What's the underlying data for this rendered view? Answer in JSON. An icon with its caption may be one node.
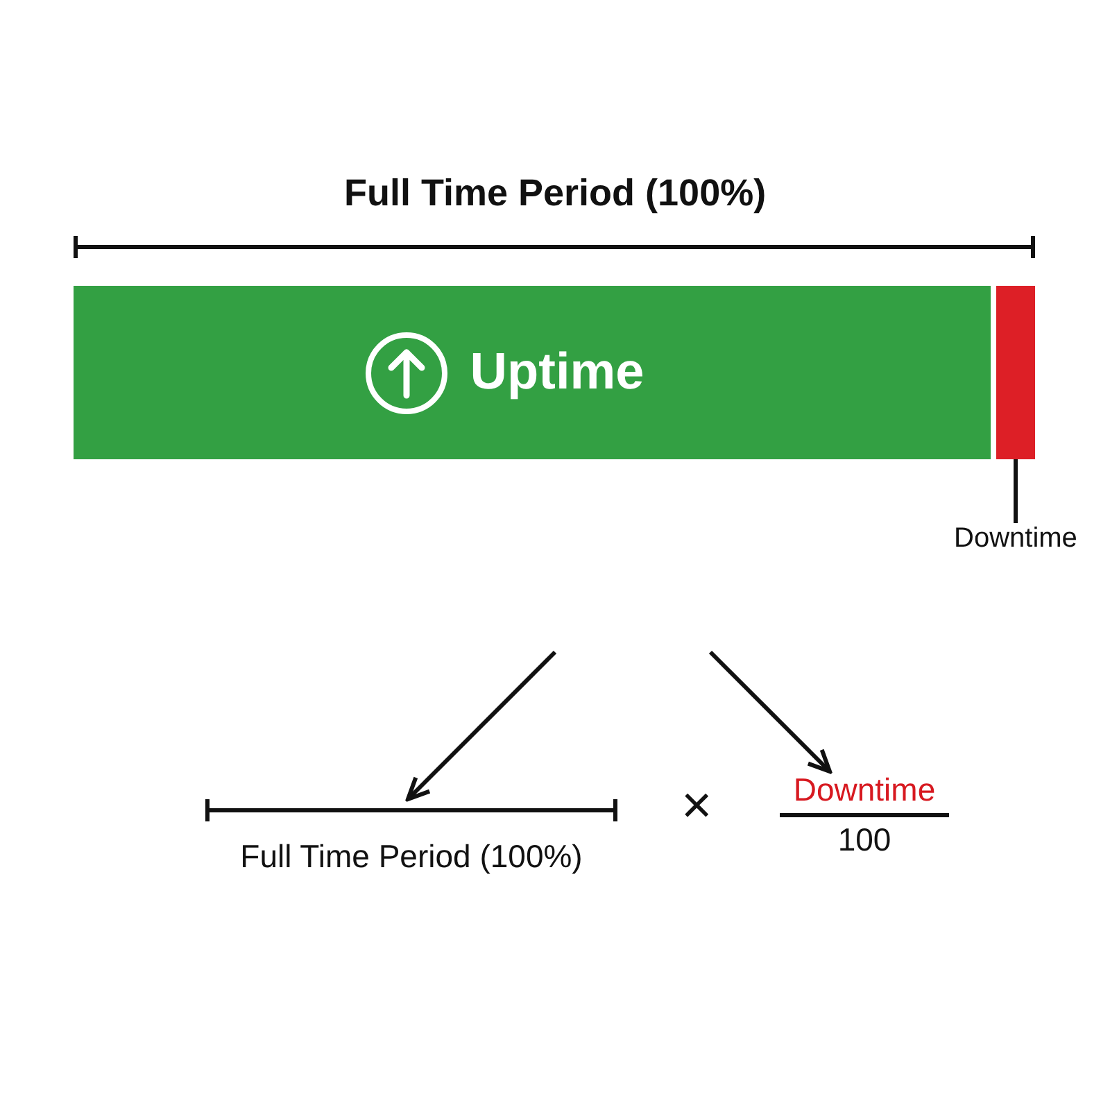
{
  "diagram": {
    "nodes": [
      {
        "text": [
          "Uptime"
        ]
      },
      {
        "text": [],
        "shape": "bar"
      },
      {
        "text": [
          "Downtime"
        ]
      },
      {
        "text": [
          "Full Time Period (100%)"
        ]
      },
      {
        "text": [
          "Downtime",
          "100"
        ]
      }
    ],
    "edges": [
      {
        "from": 2,
        "to": 1,
        "arrow": "none"
      },
      {
        "from": null,
        "to": 3,
        "arrow": "to"
      },
      {
        "from": null,
        "to": 4,
        "arrow": "to"
      }
    ],
    "labels": [
      "Full Time Period (100%)",
      "×"
    ]
  }
}
